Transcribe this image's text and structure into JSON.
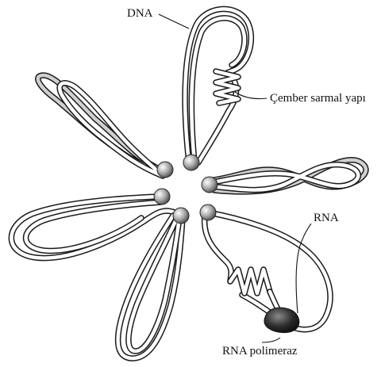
{
  "labels": {
    "dna": "DNA",
    "solenoid": "Çember sarmal yapı",
    "rna": "RNA",
    "rna_polymerase": "RNA polimeraz"
  },
  "colors": {
    "strand_outline": "#1a1a1a",
    "strand_fill": "#ffffff",
    "strand_shade": "#cfcfcf",
    "bead": "#9a9a9a",
    "polymerase": "#2a2a2a"
  }
}
